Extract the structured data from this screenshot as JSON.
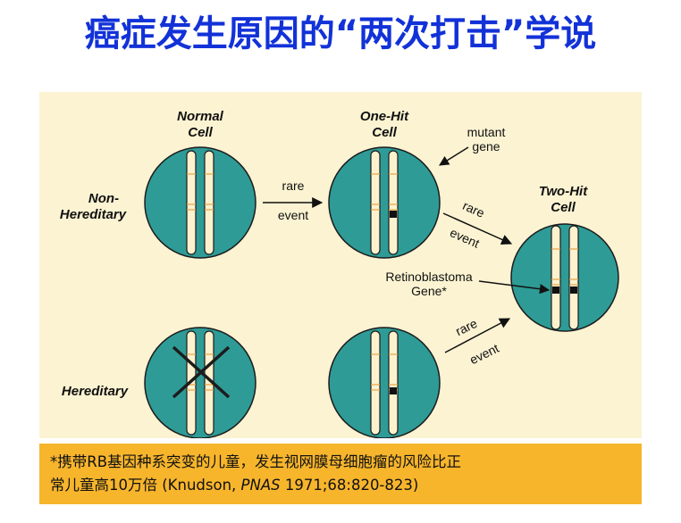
{
  "title": "癌症发生原因的“两次打击”学说",
  "diagram": {
    "columns": {
      "normal": [
        "Normal",
        "Cell"
      ],
      "one_hit": [
        "One-Hit",
        "Cell"
      ],
      "two_hit": [
        "Two-Hit",
        "Cell"
      ]
    },
    "rows": {
      "non_hereditary": [
        "Non-",
        "Hereditary"
      ],
      "hereditary": "Hereditary"
    },
    "arrows": {
      "top": [
        "rare",
        "event"
      ],
      "diag_top": [
        "rare",
        "event"
      ],
      "diag_bottom": [
        "rare",
        "event"
      ]
    },
    "annotations": {
      "mutant_gene": [
        "mutant",
        "gene"
      ],
      "retinoblastoma": [
        "Retinoblastoma",
        "Gene*"
      ]
    },
    "colors": {
      "cell_fill": "#2e9b96",
      "cell_stroke": "#1c1c1c",
      "chromosome": "#fdf2cd",
      "band": "#e6a24a",
      "panel_bg": "#fbf3d2"
    }
  },
  "note": {
    "line1": "*携带RB基因种系突变的儿童，发生视网膜母细胞瘤的风险比正",
    "line2_prefix": "常儿童高10万倍 (Knudson, ",
    "line2_journal": "PNAS",
    "line2_suffix": " 1971;68:820-823)"
  }
}
